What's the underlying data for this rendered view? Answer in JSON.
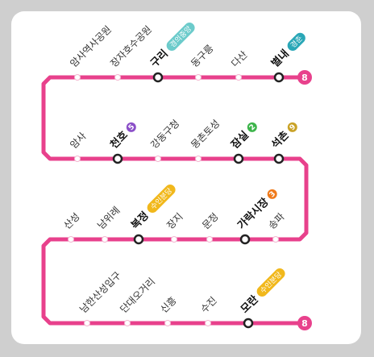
{
  "line_color": "#e8418c",
  "line_number": "8",
  "rows": [
    [
      {
        "name": "암사역사공원",
        "major": false
      },
      {
        "name": "장자호수공원",
        "major": false
      },
      {
        "name": "구리",
        "major": true,
        "transfer": {
          "kind": "pill",
          "text": "경의중앙",
          "color": "#6ccbcb"
        }
      },
      {
        "name": "동구릉",
        "major": false
      },
      {
        "name": "다산",
        "major": false
      },
      {
        "name": "별내",
        "major": true,
        "transfer": {
          "kind": "pill",
          "text": "경춘",
          "color": "#2aa7b7"
        }
      }
    ],
    [
      {
        "name": "암사",
        "major": false
      },
      {
        "name": "천호",
        "major": true,
        "transfer": {
          "kind": "badge",
          "text": "5",
          "color": "#8b4fc8"
        }
      },
      {
        "name": "강동구청",
        "major": false
      },
      {
        "name": "몽촌토성",
        "major": false
      },
      {
        "name": "잠실",
        "major": true,
        "transfer": {
          "kind": "badge",
          "text": "2",
          "color": "#3cb44a"
        }
      },
      {
        "name": "석촌",
        "major": true,
        "transfer": {
          "kind": "badge",
          "text": "9",
          "color": "#c9a227"
        }
      }
    ],
    [
      {
        "name": "산성",
        "major": false
      },
      {
        "name": "남위례",
        "major": false
      },
      {
        "name": "복정",
        "major": true,
        "transfer": {
          "kind": "pill",
          "text": "수인분당",
          "color": "#f1b81c"
        }
      },
      {
        "name": "장지",
        "major": false
      },
      {
        "name": "문정",
        "major": false
      },
      {
        "name": "가락시장",
        "major": true,
        "transfer": {
          "kind": "badge",
          "text": "3",
          "color": "#f07a1a"
        }
      },
      {
        "name": "송파",
        "major": false
      }
    ],
    [
      {
        "name": "남한산성입구",
        "major": false
      },
      {
        "name": "단대오거리",
        "major": false
      },
      {
        "name": "신흥",
        "major": false
      },
      {
        "name": "수진",
        "major": false
      },
      {
        "name": "모란",
        "major": true,
        "transfer": {
          "kind": "pill",
          "text": "수인분당",
          "color": "#f1b81c"
        }
      }
    ]
  ]
}
